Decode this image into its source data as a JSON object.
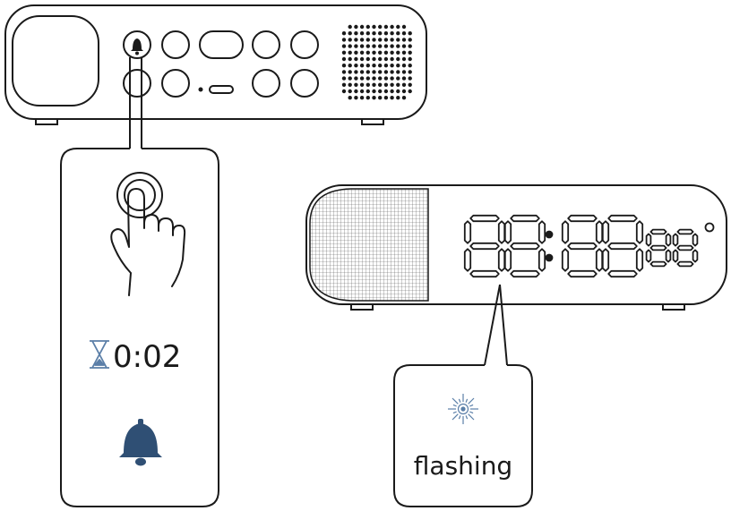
{
  "timer": {
    "value": "0:02",
    "icon": "hourglass-icon"
  },
  "status": {
    "label": "flashing",
    "icon": "flash-burst-icon"
  },
  "display": {
    "segment_digits": "88:88",
    "small_digits": "88",
    "degree_symbol": "°"
  },
  "colors": {
    "line": "#1a1a1a",
    "accent": "#2f4f74",
    "accent_light": "#5b7fa8"
  },
  "icons": {
    "top_button": "bell-icon",
    "alarm": "bell-icon",
    "press": "finger-press-icon"
  }
}
